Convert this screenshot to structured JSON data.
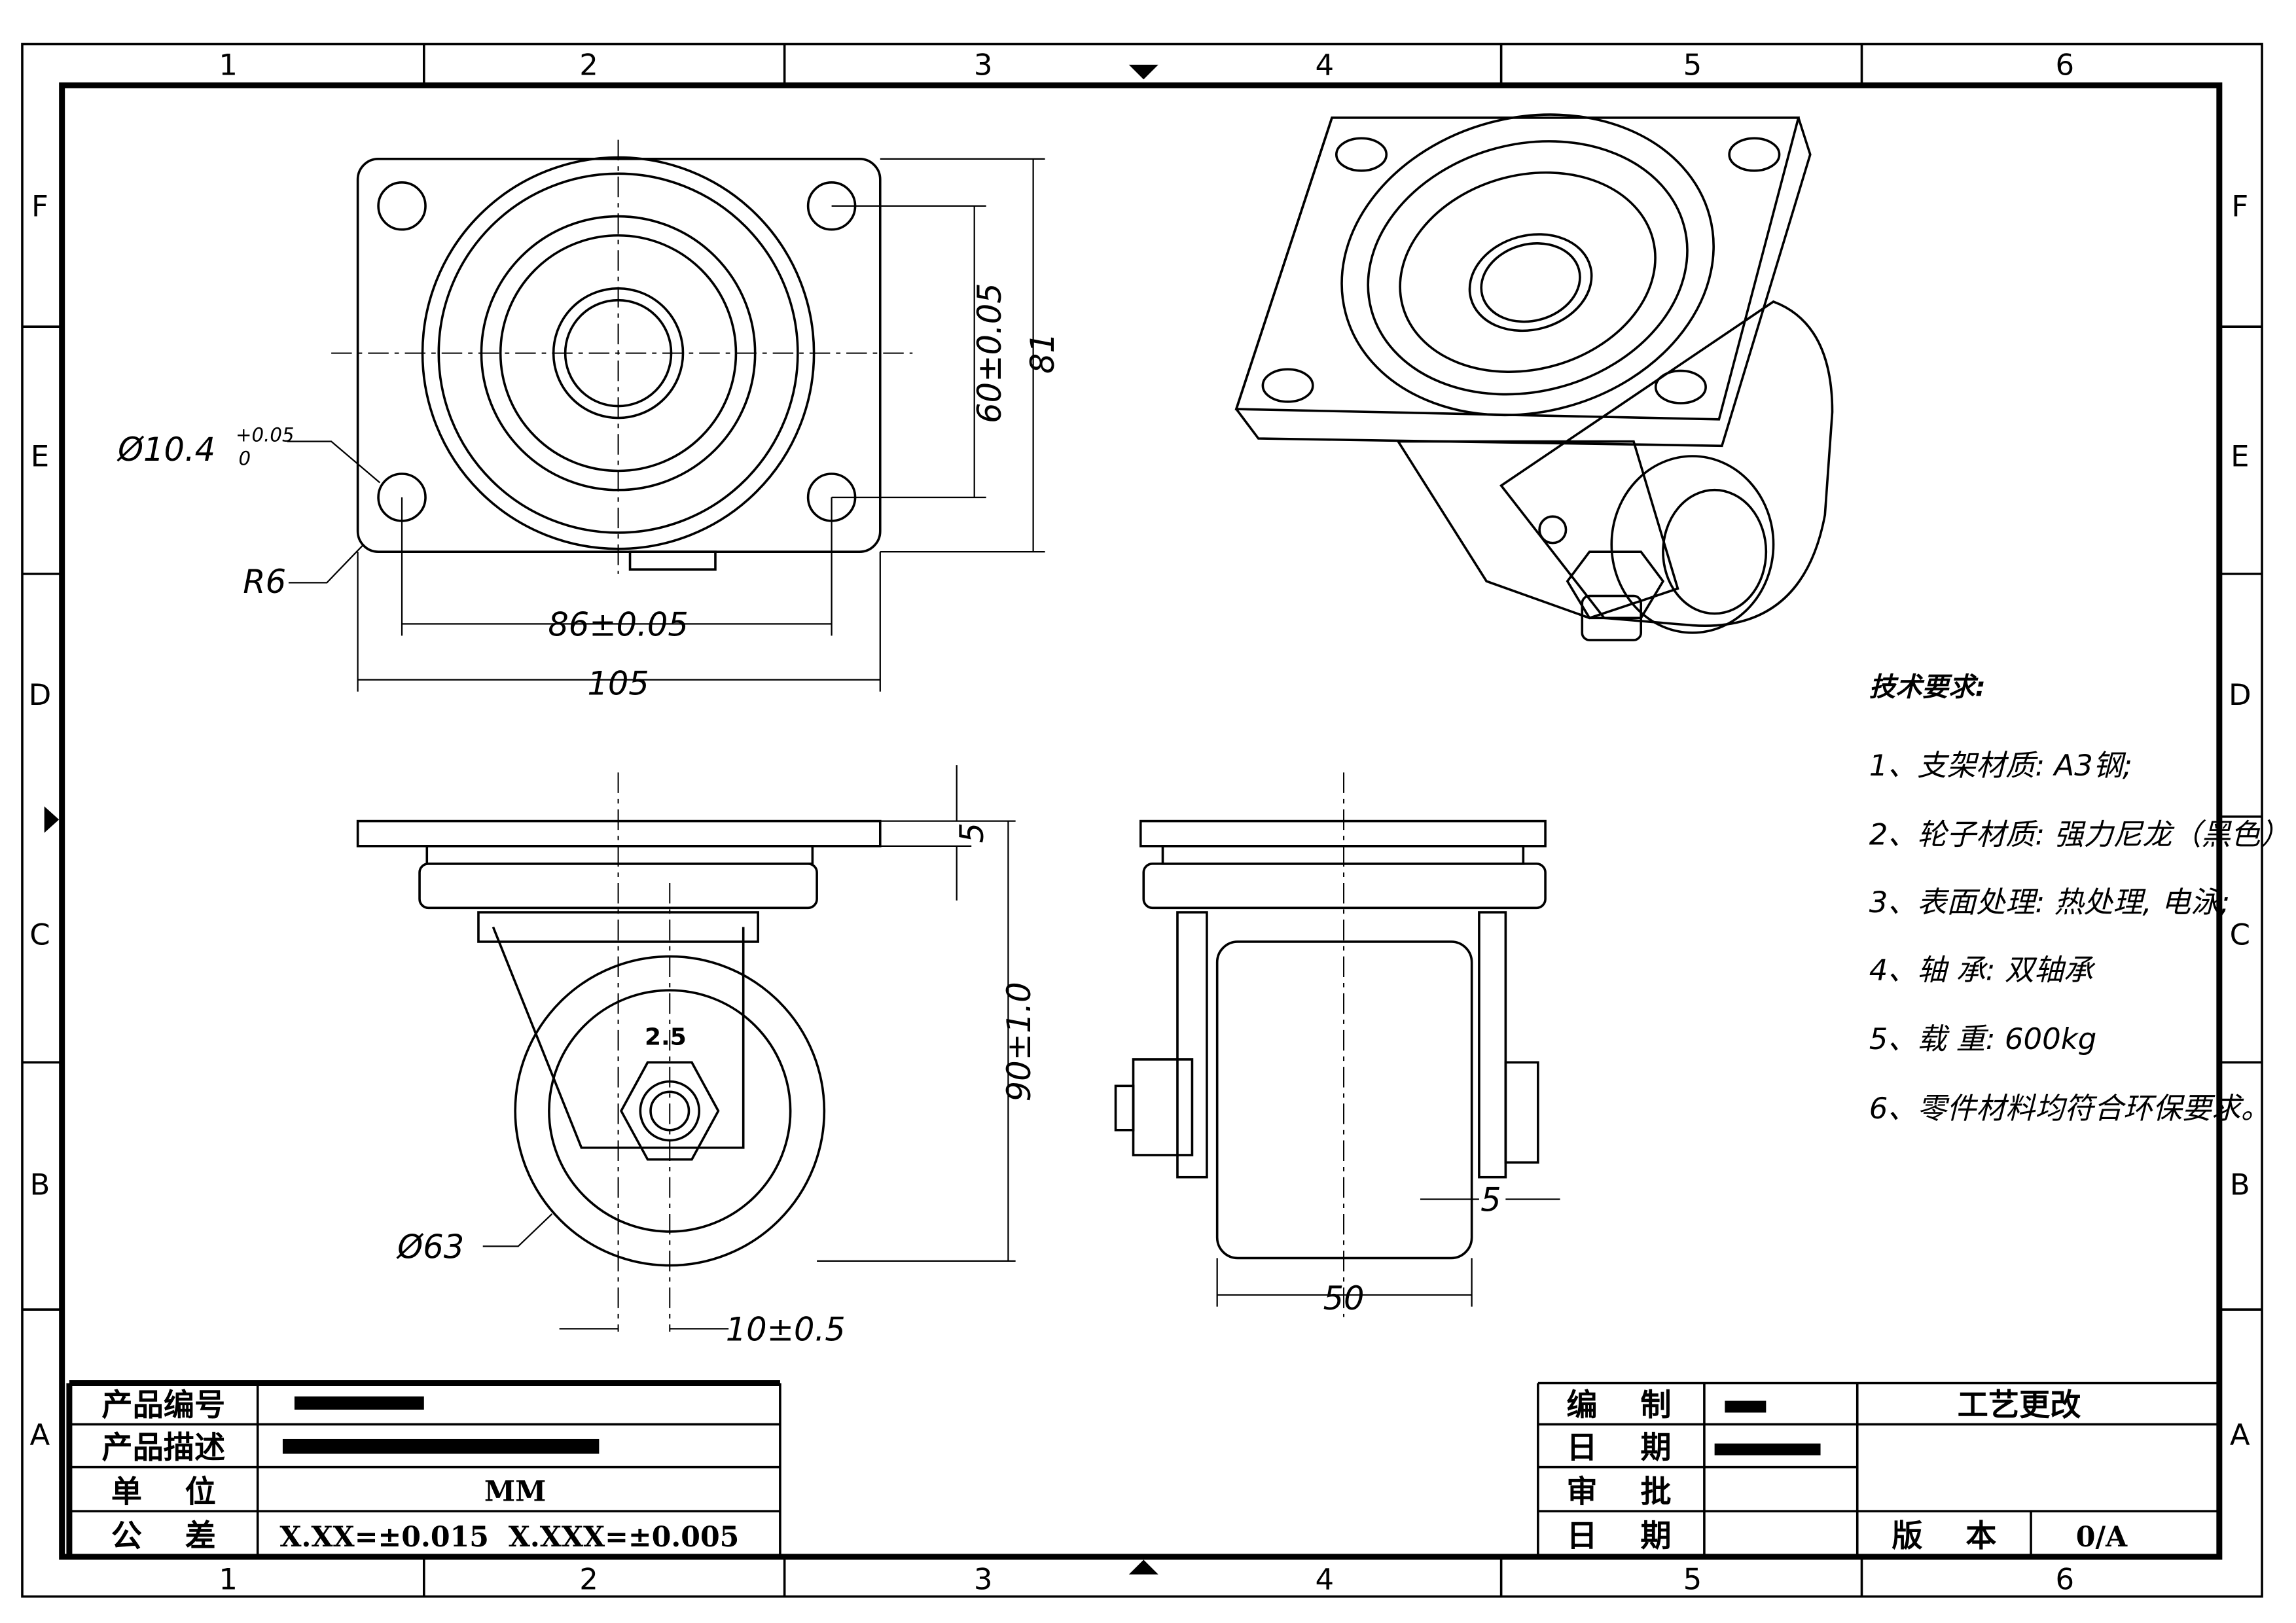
{
  "zones": {
    "columns": [
      "1",
      "2",
      "3",
      "4",
      "5",
      "6"
    ],
    "rows": [
      "F",
      "E",
      "D",
      "C",
      "B",
      "A"
    ]
  },
  "dimensions": {
    "top_view": {
      "hole_dia": "Ø10.4",
      "hole_tol_upper": "+0.05",
      "hole_tol_lower": "0",
      "corner_radius": "R6",
      "hole_spacing_y": "60±0.05",
      "plate_height": "81",
      "hole_spacing_x": "86±0.05",
      "plate_width": "105"
    },
    "side_view": {
      "plate_thickness": "5",
      "overall_height": "90±1.0",
      "wheel_dia": "Ø63",
      "offset": "10±0.5",
      "wheel_marking": "2.5"
    },
    "front_view": {
      "wheel_width": "50",
      "bracket_gap": "5"
    }
  },
  "technical_requirements": {
    "title": "技术要求:",
    "items": [
      "1、支架材质: A3钢;",
      "2、轮子材质: 强力尼龙（黑色）",
      "3、表面处理: 热处理, 电泳;",
      "4、轴    承: 双轴承",
      "5、载    重: 600kg",
      "6、零件材料均符合环保要求。"
    ]
  },
  "title_block": {
    "left": {
      "labels": [
        "产品编号",
        "产品描述",
        "单    位",
        "公    差"
      ],
      "unit": "MM",
      "tolerance": "X.XX=±0.015  X.XXX=±0.005"
    },
    "right": {
      "labels": [
        "编    制",
        "日    期",
        "审    批",
        "日    期"
      ],
      "change_title": "工艺更改",
      "version_label": "版    本",
      "version": "0/A"
    }
  }
}
